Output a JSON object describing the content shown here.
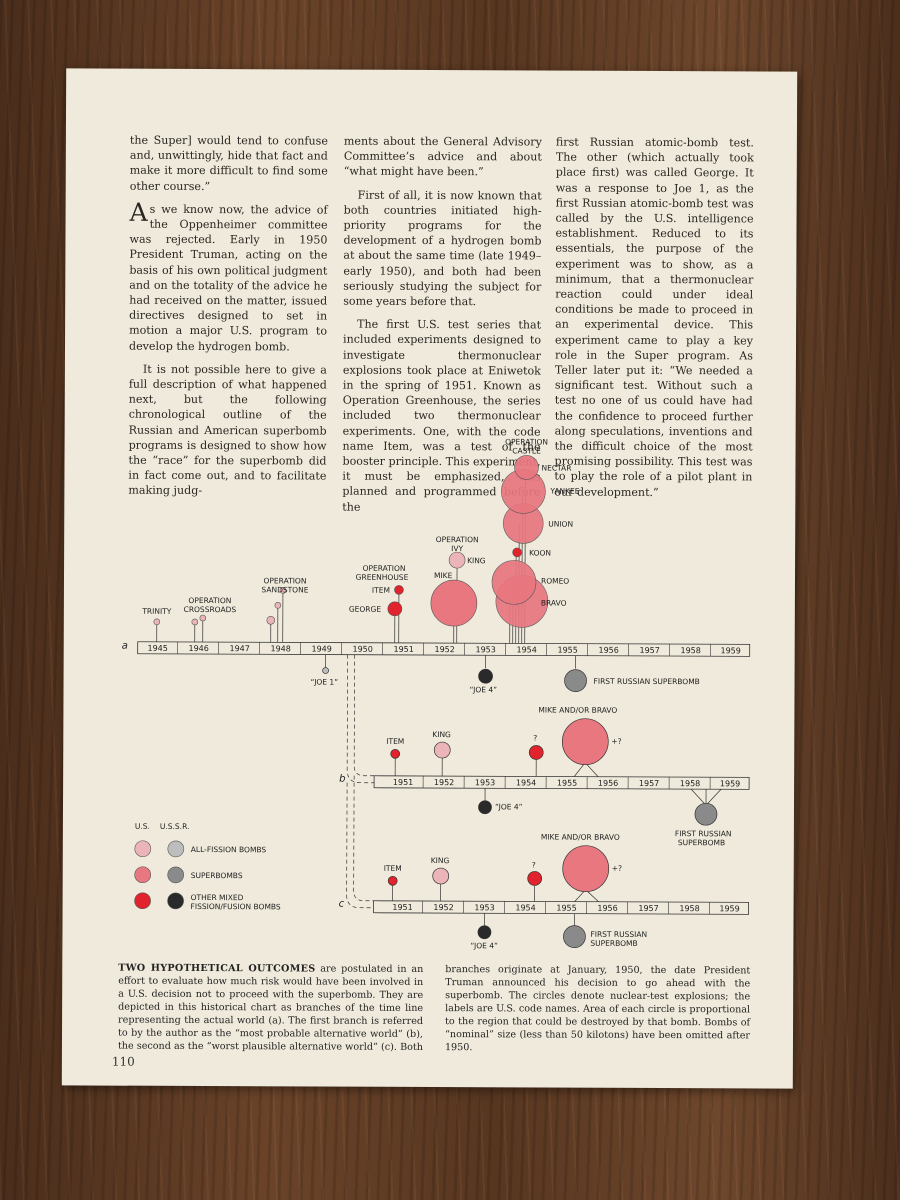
{
  "columns": {
    "col1": [
      "the Super] would tend to confuse and, unwittingly, hide that fact and make it more difficult to find some other course.”",
      "As we know now, the advice of the Oppenheimer committee was rejected. Early in 1950 President Truman, acting on the basis of his own political judgment and on the totality of the advice he had received on the matter, issued directives designed to set in motion a major U.S. program to develop the hydrogen bomb.",
      "It is not possible here to give a full description of what happened next, but the following chronological outline of the Russian and American superbomb programs is designed to show how the “race” for the superbomb did in fact come out, and to facilitate making judg-"
    ],
    "col2": [
      "ments about the General Advisory Committee’s advice and about “what might have been.”",
      "First of all, it is now known that both countries initiated high-priority programs for the development of a hydrogen bomb at about the same time (late 1949–early 1950), and both had been seriously studying the subject for some years before that.",
      "The first U.S. test series that included experiments designed to investigate thermonuclear explosions took place at Eniwetok in the spring of 1951. Known as Operation Greenhouse, the series included two thermonuclear experiments. One, with the code name Item, was a test of the booster principle. This experiment, it must be emphasized, was planned and programmed before the"
    ],
    "col3": [
      "first Russian atomic-bomb test. The other (which actually took place first) was called George. It was a response to Joe 1, as the first Russian atomic-bomb test was called by the U.S. intelligence establishment. Reduced to its essentials, the purpose of the experiment was to show, as a minimum, that a thermonuclear reaction could under ideal conditions be made to proceed in an experimental device. This experiment came to play a key role in the Super program. As Teller later put it: “We needed a significant test. Without such a test no one of us could have had the confidence to proceed further along speculations, inventions and the difficult choice of the most promising possibility. This test was to play the role of a pilot plant in our development.”"
    ]
  },
  "chart": {
    "row_a": {
      "letter": "a",
      "years": [
        "1945",
        "1946",
        "1947",
        "1948",
        "1949",
        "1950",
        "1951",
        "1952",
        "1953",
        "1954",
        "1955",
        "1956",
        "1957",
        "1958",
        "1959"
      ],
      "groups": [
        "TRINITY",
        "OPERATION",
        "CROSSROADS",
        "OPERATION",
        "SANDSTONE",
        "OPERATION",
        "GREENHOUSE",
        "OPERATION",
        "IVY",
        "OPERATION",
        "CASTLE"
      ],
      "labels": [
        "ITEM",
        "GEORGE",
        "MIKE",
        "KING",
        "NECTAR",
        "YANKEE",
        "UNION",
        "KOON",
        "ROMEO",
        "BRAVO"
      ],
      "ussr": [
        "“JOE 1”",
        "“JOE 4”",
        "FIRST RUSSIAN SUPERBOMB"
      ]
    },
    "row_b": {
      "letter": "b",
      "years": [
        "1951",
        "1952",
        "1953",
        "1954",
        "1955",
        "1956",
        "1957",
        "1958",
        "1959"
      ],
      "labels": [
        "ITEM",
        "KING",
        "?",
        "MIKE AND/OR BRAVO",
        "+?"
      ],
      "ussr": [
        "“JOE 4”",
        "FIRST RUSSIAN",
        "SUPERBOMB"
      ]
    },
    "row_c": {
      "letter": "c",
      "years": [
        "1951",
        "1952",
        "1953",
        "1954",
        "1955",
        "1956",
        "1957",
        "1958",
        "1959"
      ],
      "labels": [
        "ITEM",
        "KING",
        "?",
        "MIKE AND/OR BRAVO",
        "+?"
      ],
      "ussr": [
        "“JOE 4”",
        "FIRST RUSSIAN",
        "SUPERBOMB"
      ]
    },
    "legend": {
      "us": "U.S.",
      "ussr": "U.S.S.R.",
      "items": [
        "ALL-FISSION BOMBS",
        "SUPERBOMBS",
        "OTHER MIXED",
        "FISSION/FUSION BOMBS"
      ]
    },
    "colors": {
      "fission_us": "#eab4b8",
      "super_us": "#e87780",
      "mixed_us": "#e0232c",
      "fission_ussr": "#bdbdbd",
      "super_ussr": "#8a8a8a",
      "mixed_ussr": "#2a2a2a"
    }
  },
  "caption": {
    "lead": "TWO HYPOTHETICAL OUTCOMES",
    "text": " are postulated in an effort to evaluate how much risk would have been involved in a U.S. decision not to proceed with the superbomb. They are depicted in this historical chart as branches of the time line representing the actual world (a). The first branch is referred to by the author as the “most probable alternative world” (b), the second as the “worst plausible alternative world” (c). Both branches originate at January, 1950, the date President Truman announced his decision to go ahead with the superbomb. The circles denote nuclear-test explosions; the labels are U.S. code names. Area of each circle is proportional to the region that could be destroyed by that bomb. Bombs of “nominal” size (less than 50 kilotons) have been omitted after 1950."
  },
  "page_number": "110"
}
